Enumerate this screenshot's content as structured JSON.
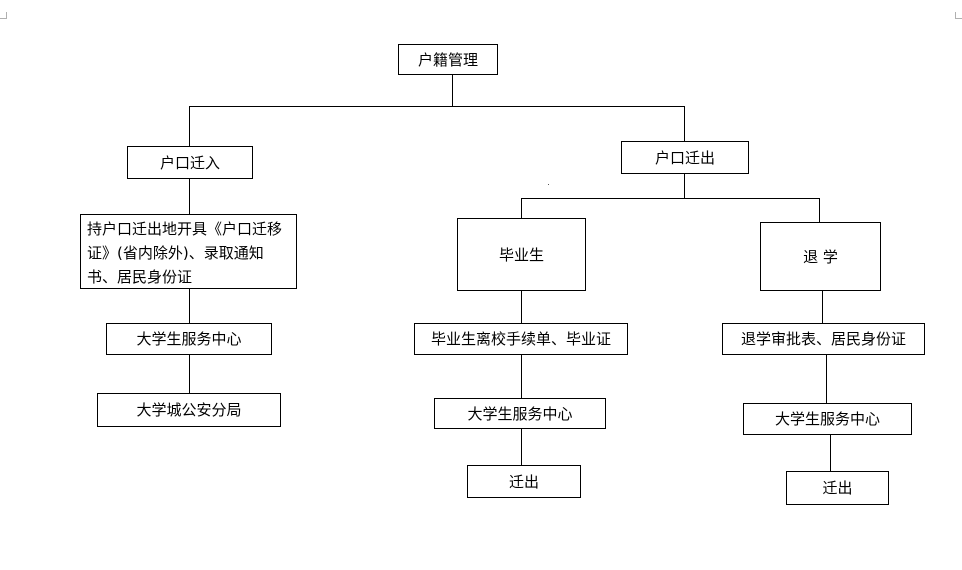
{
  "nodes": {
    "root": "户籍管理",
    "move_in": "户口迁入",
    "move_out": "户口迁出",
    "move_in_docs": "持户口迁出地开具《户口迁移证》(省内除外)、录取通知书、居民身份证",
    "move_in_center": "大学生服务中心",
    "move_in_police": "大学城公安分局",
    "graduate": "毕业生",
    "graduate_docs": "毕业生离校手续单、毕业证",
    "graduate_center": "大学生服务中心",
    "graduate_out": "迁出",
    "withdraw": "退 学",
    "withdraw_docs": "退学审批表、居民身份证",
    "withdraw_center": "大学生服务中心",
    "withdraw_out": "迁出"
  }
}
